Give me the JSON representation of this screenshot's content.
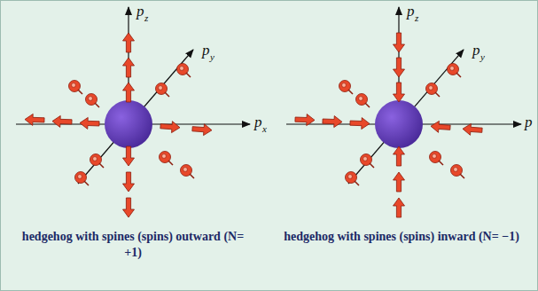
{
  "diagram": {
    "labels": [
      "p",
      "z",
      "p",
      "y",
      "p",
      "x",
      "p",
      "z",
      "p",
      "y",
      "p",
      "hedgehog with spines (spins) outward (N= +1)",
      "hedgehog with spines (spins) inward (N= −1)"
    ]
  }
}
